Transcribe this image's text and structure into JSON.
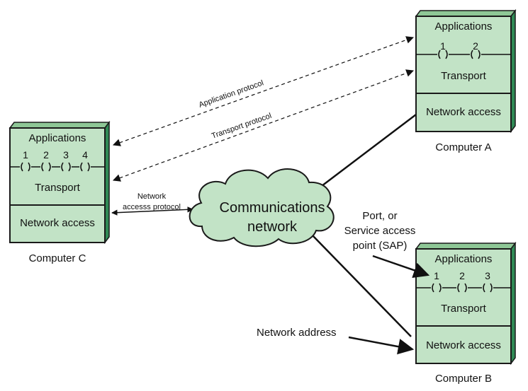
{
  "computers": {
    "a": {
      "name": "Computer A",
      "applications": "Applications",
      "ports": [
        "1",
        "2"
      ],
      "transport": "Transport",
      "network_access": "Network access"
    },
    "b": {
      "name": "Computer B",
      "applications": "Applications",
      "ports": [
        "1",
        "2",
        "3"
      ],
      "transport": "Transport",
      "network_access": "Network access"
    },
    "c": {
      "name": "Computer C",
      "applications": "Applications",
      "ports": [
        "1",
        "2",
        "3",
        "4"
      ],
      "transport": "Transport",
      "network_access": "Network access"
    }
  },
  "cloud": {
    "line1": "Communications",
    "line2": "network"
  },
  "protocols": {
    "application": "Application protocol",
    "transport": "Transport protocol",
    "network_line1": "Network",
    "network_line2": "accesss protocol"
  },
  "annotations": {
    "sap_line1": "Port, or",
    "sap_line2": "Service access",
    "sap_line3": "point (SAP)",
    "network_address": "Network address"
  },
  "colors": {
    "box_fill": "#c2e3c6",
    "box_top": "#8ec796",
    "box_side": "#2f8a55"
  }
}
